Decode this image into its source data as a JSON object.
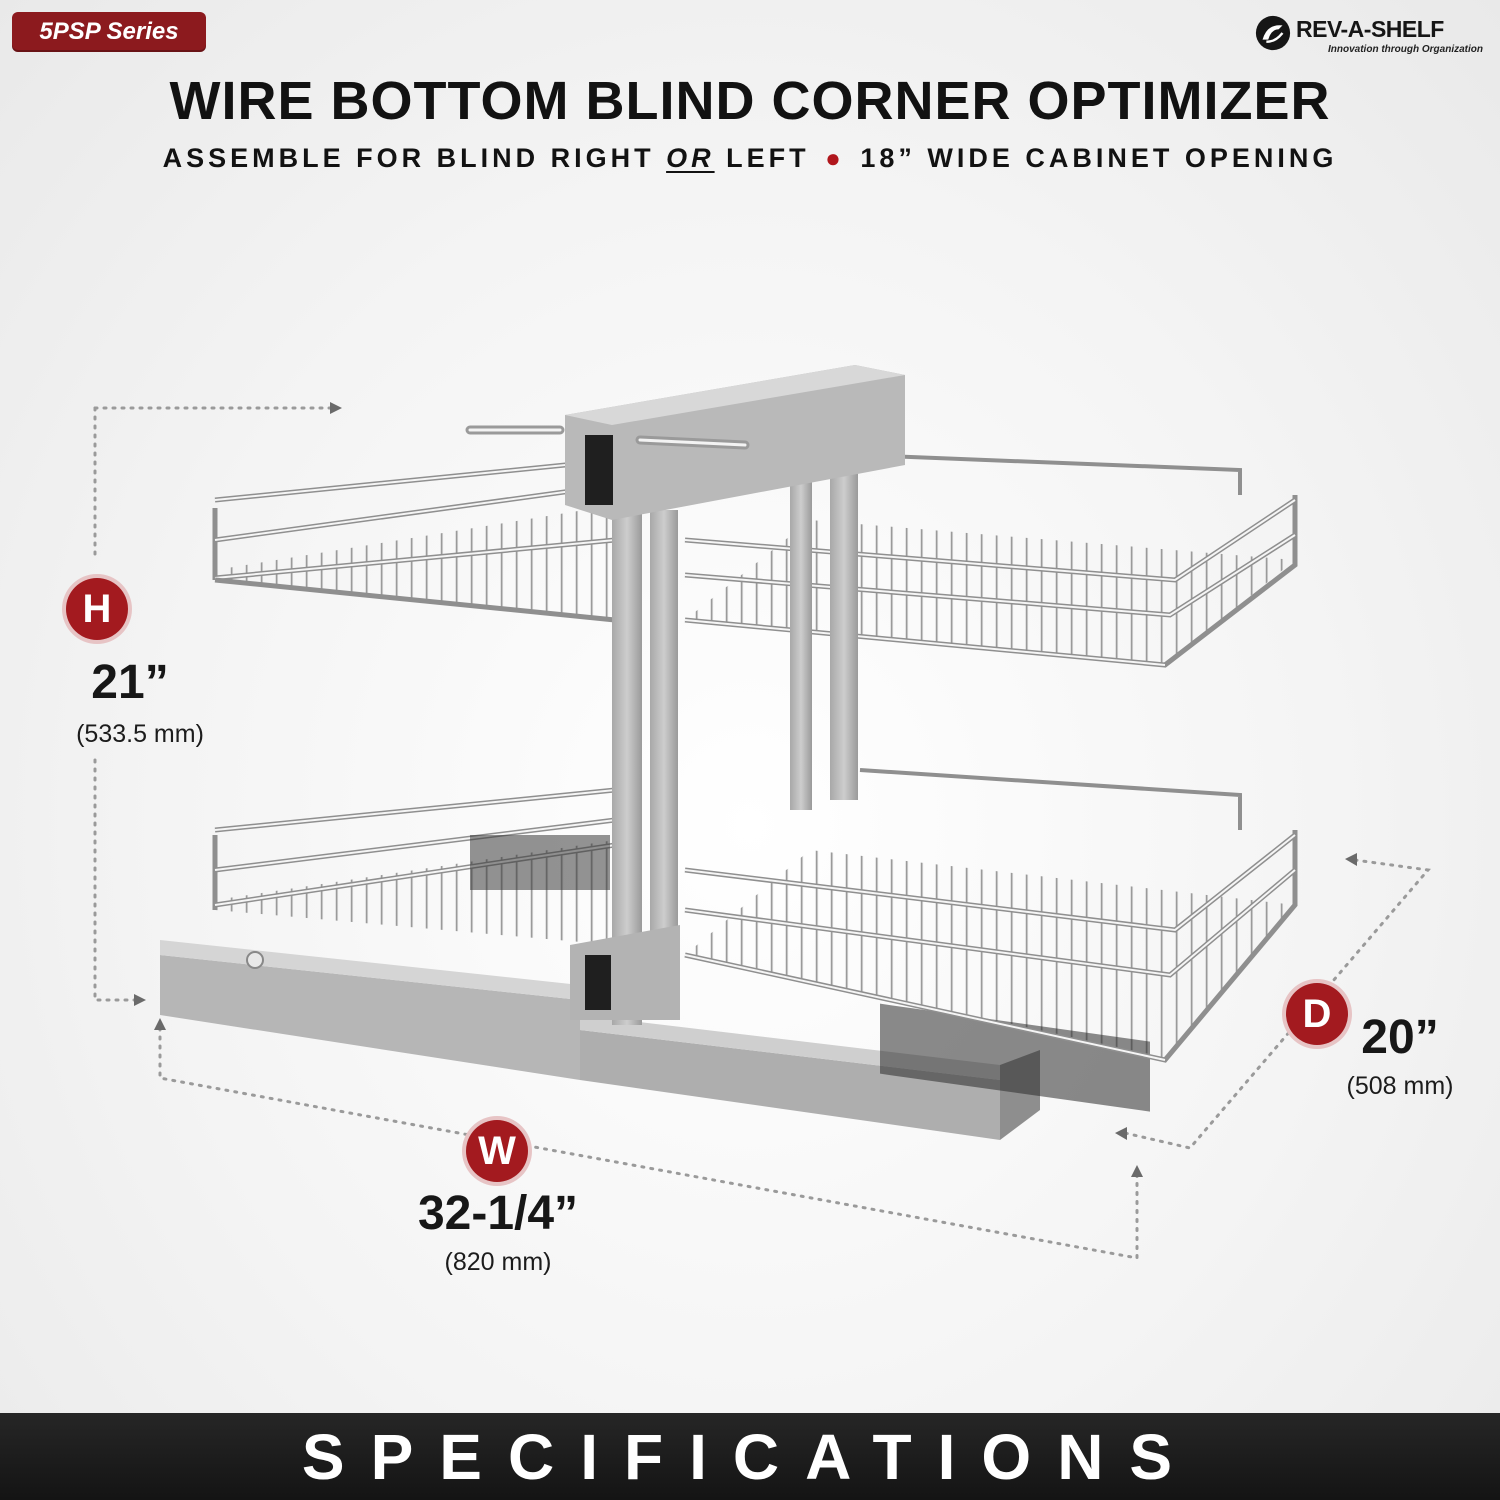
{
  "series_badge": "5PSP Series",
  "brand": {
    "name": "REV-A-SHELF",
    "tagline": "Innovation through Organization"
  },
  "title": "WIRE BOTTOM BLIND CORNER OPTIMIZER",
  "subtitle": {
    "part1": "ASSEMBLE FOR BLIND RIGHT",
    "or": "OR",
    "part2": "LEFT",
    "part3": "18” WIDE CABINET OPENING"
  },
  "dimensions": {
    "height": {
      "letter": "H",
      "value": "21”",
      "metric": "(533.5 mm)"
    },
    "width": {
      "letter": "W",
      "value": "32-1/4”",
      "metric": "(820 mm)"
    },
    "depth": {
      "letter": "D",
      "value": "20”",
      "metric": "(508 mm)"
    }
  },
  "footer": "SPECIFICATIONS",
  "colors": {
    "accent_red": "#a31a1f",
    "badge_red": "#8c1a1e",
    "footer_bg": "#1a1a1a"
  }
}
